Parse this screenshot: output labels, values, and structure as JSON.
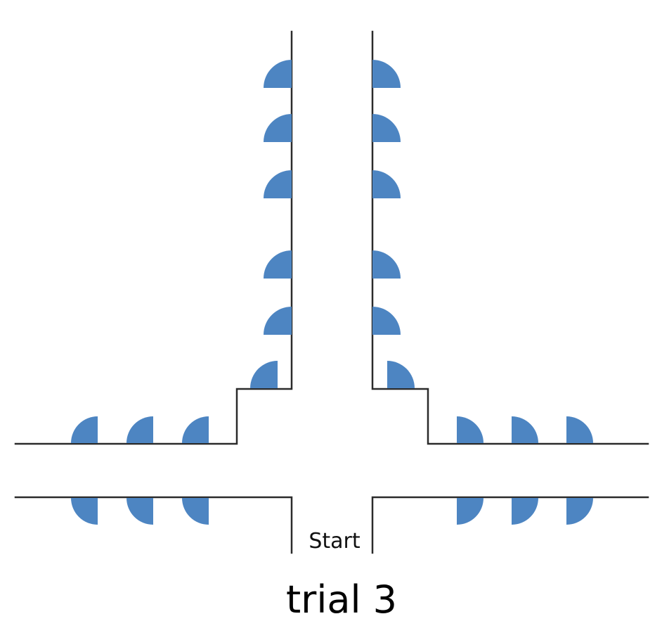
{
  "diagram": {
    "start_label": "Start",
    "trial_label": "trial 3",
    "colors": {
      "wall": "#2b2b2b",
      "door": "#4d85c2",
      "background": "#ffffff"
    },
    "door_count": 24,
    "door_shape": "quarter/half-circle markers along corridor walls"
  }
}
